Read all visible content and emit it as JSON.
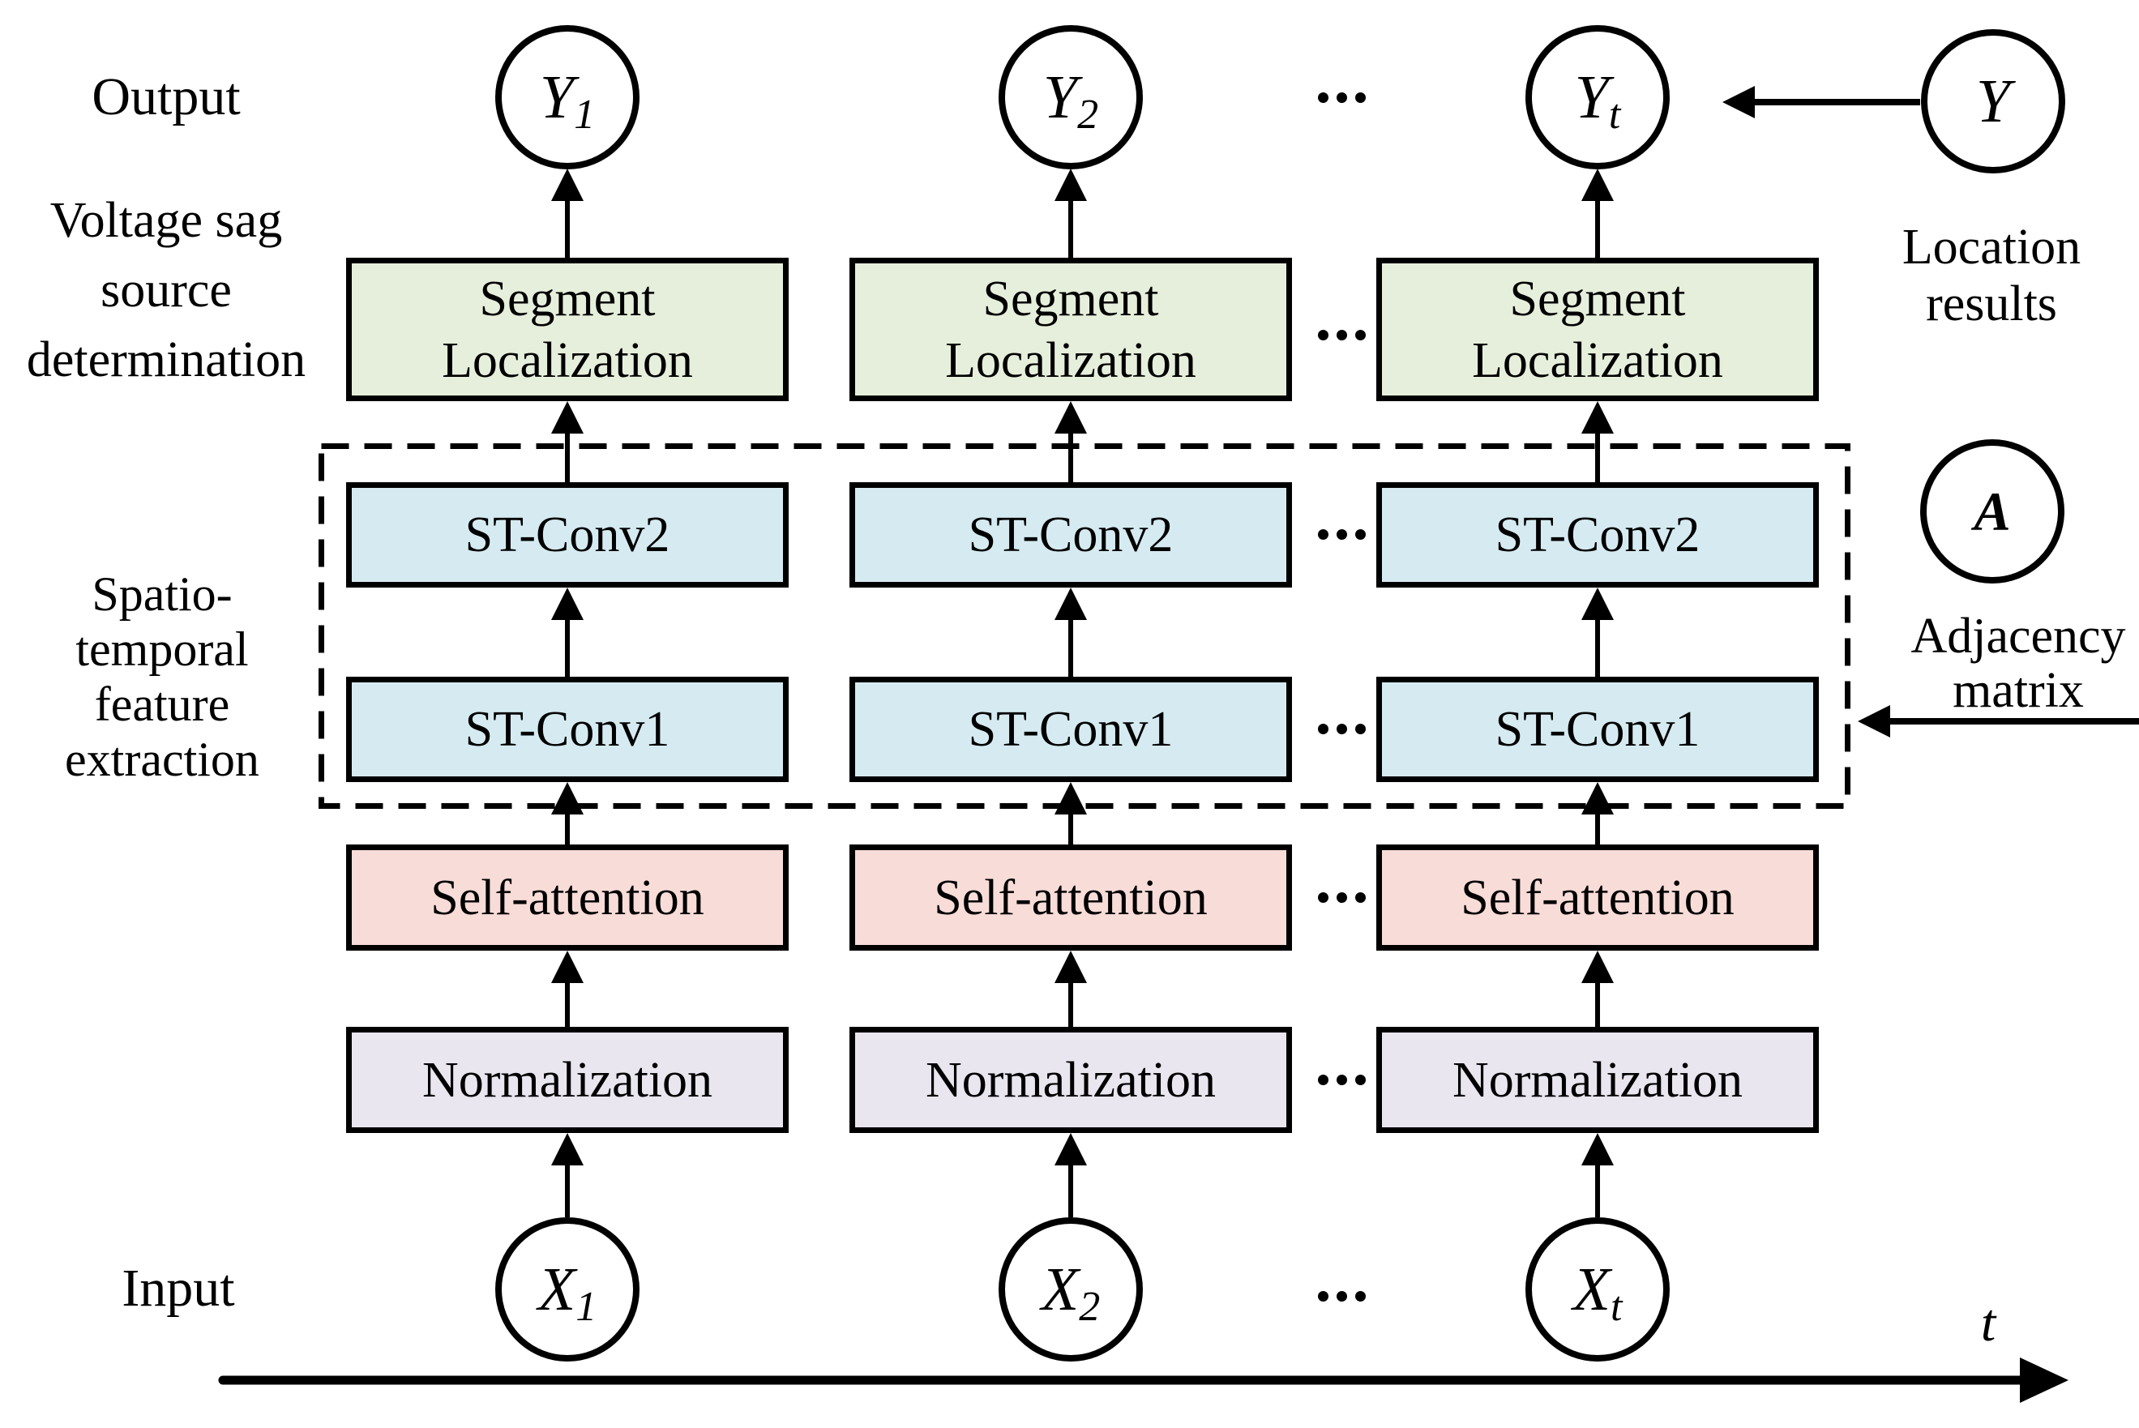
{
  "labels": {
    "output": "Output",
    "input": "Input",
    "voltage_line1": "Voltage sag",
    "voltage_line2": "source",
    "voltage_line3": "determination",
    "spatio_line1": "Spatio-",
    "spatio_line2": "temporal",
    "spatio_line3": "feature",
    "spatio_line4": "extraction",
    "location_line1": "Location",
    "location_line2": "results",
    "adjacency_line1": "Adjacency",
    "adjacency_line2": "matrix",
    "time_axis": "t"
  },
  "blocks": {
    "segment_line1": "Segment",
    "segment_line2": "Localization",
    "st_conv2": "ST-Conv2",
    "st_conv1": "ST-Conv1",
    "self_attention": "Self-attention",
    "normalization": "Normalization"
  },
  "nodes": {
    "y1": {
      "base": "Y",
      "sub": "1"
    },
    "y2": {
      "base": "Y",
      "sub": "2"
    },
    "yt": {
      "base": "Y",
      "sub": "t"
    },
    "y": {
      "base": "Y",
      "sub": ""
    },
    "a": {
      "base": "A",
      "sub": ""
    },
    "x1": {
      "base": "X",
      "sub": "1"
    },
    "x2": {
      "base": "X",
      "sub": "2"
    },
    "xt": {
      "base": "X",
      "sub": "t"
    }
  },
  "colors": {
    "segment_fill": "#e6efdb",
    "st_conv_fill": "#d5ebf1",
    "self_attention_fill": "#f8dcd8",
    "normalization_fill": "#e9e6ef",
    "line_color": "#000000",
    "background": "#ffffff"
  }
}
